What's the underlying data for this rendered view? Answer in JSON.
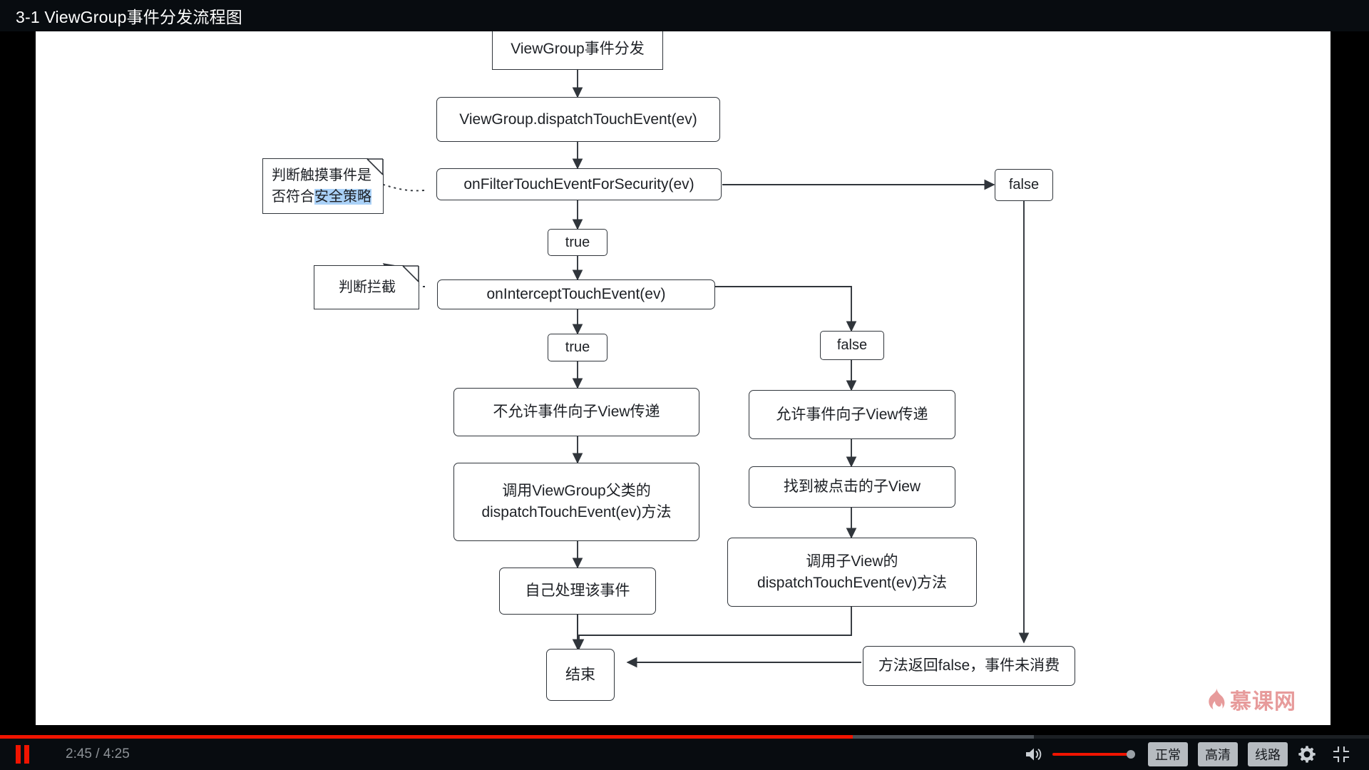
{
  "titlebar": {
    "title": "3-1 ViewGroup事件分发流程图"
  },
  "diagram": {
    "nodes": [
      {
        "id": "start",
        "label": "ViewGroup事件分发"
      },
      {
        "id": "dispatch",
        "label": "ViewGroup.dispatchTouchEvent(ev)"
      },
      {
        "id": "filter",
        "label": "onFilterTouchEventForSecurity(ev)"
      },
      {
        "id": "false1",
        "label": "false"
      },
      {
        "id": "true1",
        "label": "true"
      },
      {
        "id": "intercept",
        "label": "onInterceptTouchEvent(ev)"
      },
      {
        "id": "true2",
        "label": "true"
      },
      {
        "id": "false2",
        "label": "false"
      },
      {
        "id": "noPass",
        "label": "不允许事件向子View传递"
      },
      {
        "id": "allowPass",
        "label": "允许事件向子View传递"
      },
      {
        "id": "superCall",
        "label": "调用ViewGroup父类的\ndispatchTouchEvent(ev)方法"
      },
      {
        "id": "findChild",
        "label": "找到被点击的子View"
      },
      {
        "id": "selfHandle",
        "label": "自己处理该事件"
      },
      {
        "id": "childCall",
        "label": "调用子View的\ndispatchTouchEvent(ev)方法"
      },
      {
        "id": "end",
        "label": "结束"
      },
      {
        "id": "returnFalse",
        "label": "方法返回false，事件未消费"
      }
    ],
    "notes": [
      {
        "id": "note-security",
        "line1": "判断触摸事件是",
        "line2_plain": "否符合",
        "line2_selected": "安全策略",
        "selection_color": "#aad1f7"
      },
      {
        "id": "note-intercept",
        "line1": "判断拦截",
        "line2_plain": "",
        "line2_selected": ""
      }
    ],
    "edge_labels": [
      "false",
      "true",
      "true",
      "false"
    ],
    "stroke_color": "#30353b",
    "background": "#ffffff"
  },
  "logo": {
    "text": "慕课网",
    "color": "#e79b9b",
    "icon": "flame-icon"
  },
  "progress": {
    "played_percent": 62.3,
    "buffered_percent": 75.5,
    "played_color": "#f01400",
    "buffered_color": "#4a5056"
  },
  "controls": {
    "pause_icon": "pause-icon",
    "time": "2:45 / 4:25",
    "volume_icon": "volume-icon",
    "volume_percent": 100,
    "volume_color": "#f01400",
    "speed_label": "正常",
    "quality_label": "高清",
    "line_label": "线路",
    "settings_icon": "gear-icon",
    "exit_fullscreen_icon": "exit-fullscreen-icon"
  }
}
